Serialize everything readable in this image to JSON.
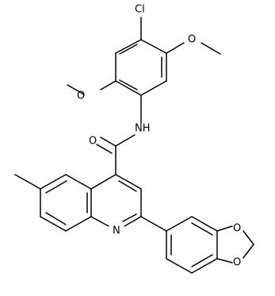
{
  "molecule": {
    "atoms": [
      {
        "id": "Cl",
        "label": "Cl"
      },
      {
        "id": "N_amide",
        "label": "NH"
      },
      {
        "id": "O_carbonyl",
        "label": "O"
      },
      {
        "id": "O_methoxy_left",
        "label": "O"
      },
      {
        "id": "O_methoxy_right",
        "label": "O"
      },
      {
        "id": "N_quinoline",
        "label": "N"
      },
      {
        "id": "O_dioxole_top",
        "label": "O"
      },
      {
        "id": "O_dioxole_bottom",
        "label": "O"
      }
    ]
  }
}
